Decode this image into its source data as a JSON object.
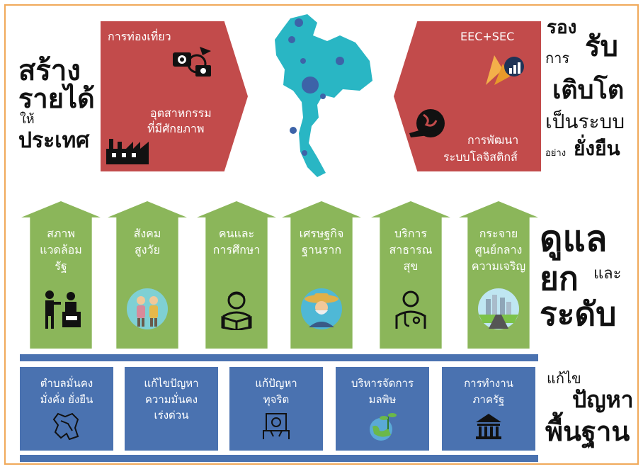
{
  "left_heading": {
    "line1": "สร้าง",
    "line2": "รายได้",
    "line3": "ให้",
    "line4": "ประเทศ"
  },
  "right_heading": {
    "word1": "รอง",
    "word2": "การ",
    "word3": "รับ",
    "word4": "เติบโต",
    "word5": "เป็นระบบ",
    "word6": "อย่าง",
    "word7": "ยั่งยืน"
  },
  "left_hexagon": {
    "top_label": "การท่องเที่ยว",
    "bottom_label_1": "อุตสาหกรรม",
    "bottom_label_2": "ที่มีศักยภาพ",
    "color": "#c24b4b"
  },
  "right_hexagon": {
    "top_label": "EEC+SEC",
    "bottom_label_1": "การพัฒนา",
    "bottom_label_2": "ระบบโลจิสติกส์",
    "color": "#c24b4b"
  },
  "map": {
    "color": "#29b6c4"
  },
  "pillars": [
    {
      "line1": "สภาพ",
      "line2": "แวดล้อม",
      "line3": "รัฐ",
      "icon": "officials-icon"
    },
    {
      "line1": "สังคม",
      "line2": "สูงวัย",
      "line3": "",
      "icon": "elderly-couple-icon"
    },
    {
      "line1": "คนและ",
      "line2": "การศึกษา",
      "line3": "",
      "icon": "student-reading-icon"
    },
    {
      "line1": "เศรษฐกิจ",
      "line2": "ฐานราก",
      "line3": "",
      "icon": "farmer-icon"
    },
    {
      "line1": "บริการ",
      "line2": "สาธารณ",
      "line3": "สุข",
      "icon": "doctor-icon"
    },
    {
      "line1": "กระจาย",
      "line2": "ศูนย์กลาง",
      "line3": "ความเจริญ",
      "icon": "city-road-icon"
    }
  ],
  "middle_heading": {
    "word1": "ดูแล",
    "word2": "ยก",
    "word3": "และ",
    "word4": "ระดับ"
  },
  "foundation": [
    {
      "line1": "ตำบลมั่นคง",
      "line2": "มั่งคั่ง ยั่งยืน",
      "icon": "map-icon"
    },
    {
      "line1": "แก้ไขปัญหา",
      "line2": "ความมั่นคง",
      "line3": "เร่งด่วน",
      "icon": "blank-icon"
    },
    {
      "line1": "แก้ปัญหา",
      "line2": "ทุจริต",
      "icon": "bribery-icon"
    },
    {
      "line1": "บริหารจัดการ",
      "line2": "มลพิษ",
      "icon": "earth-plant-icon"
    },
    {
      "line1": "การทำงาน",
      "line2": "ภาครัฐ",
      "icon": "government-building-icon"
    }
  ],
  "bottom_heading": {
    "word1": "แก้ไข",
    "word2": "ปัญหา",
    "word3": "พื้นฐาน"
  },
  "colors": {
    "pillar_green": "#8bb65a",
    "foundation_blue": "#4a72b0",
    "frame_orange": "#f0a95a"
  }
}
